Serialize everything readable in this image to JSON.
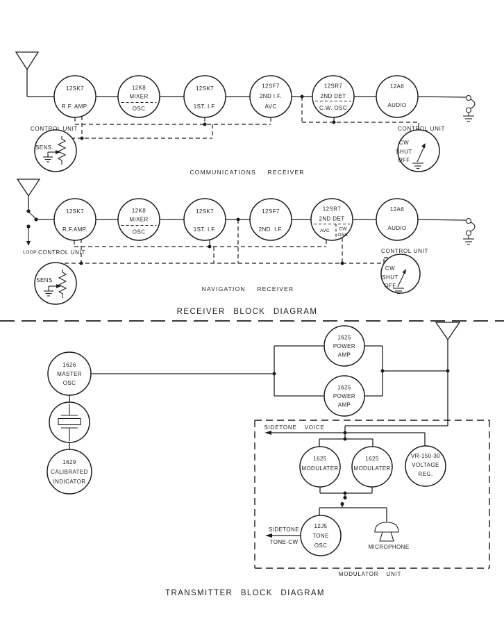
{
  "colors": {
    "ink": "#1c1c1c",
    "paper": "#ffffff"
  },
  "titles": {
    "receiver": "RECEIVER BLOCK DIAGRAM",
    "transmitter": "TRANSMITTER BLOCK DIAGRAM",
    "communications": "COMMUNICATIONS RECEIVER",
    "navigation": "NAVIGATION RECEIVER"
  },
  "comm": {
    "rf": {
      "a": "12SK7",
      "b": "R.F. AMP."
    },
    "mixer": {
      "a": "12K8",
      "b": "MIXER",
      "c": "OSC"
    },
    "if1": {
      "a": "12SK7",
      "b": "1ST. I.F."
    },
    "if2": {
      "a": "12SF7",
      "b": "2ND I.F.",
      "c": "AVC"
    },
    "det": {
      "a": "12SR7",
      "b": "2ND DET",
      "c": "C.W. OSC"
    },
    "audio": {
      "a": "12A6",
      "b": "AUDIO"
    },
    "cu_sens": {
      "label": "CONTROL UNIT",
      "text": "SENS."
    },
    "cu_cw": {
      "label": "CONTROL UNIT",
      "a": "CW",
      "b": "SHUT",
      "c": "OFF"
    }
  },
  "nav": {
    "rf": {
      "a": "12SK7",
      "b": "R.F.AMP."
    },
    "mixer": {
      "a": "12K8",
      "b": "MIXER",
      "c": "OSC"
    },
    "if1": {
      "a": "12SK7",
      "b": "1ST. I.F."
    },
    "if2": {
      "a": "12SF7",
      "b": "2ND. I.F."
    },
    "det": {
      "a": "12SR7",
      "b": "2ND DET",
      "c": "AVC",
      "d": "CW",
      "e": "OSC"
    },
    "audio": {
      "a": "12A6",
      "b": "AUDIO"
    },
    "loop": "LOOP",
    "cu_sens": {
      "label": "CONTROL UNIT",
      "text": "SENS"
    },
    "cu_cw": {
      "label": "CONTROL UNIT",
      "a": "CW",
      "b": "SHUT",
      "c": "OFF"
    }
  },
  "tx": {
    "master": {
      "a": "1626",
      "b": "MASTER",
      "c": "OSC"
    },
    "pa1": {
      "a": "1625",
      "b": "POWER",
      "c": "AMP"
    },
    "pa2": {
      "a": "1625",
      "b": "POWER",
      "c": "AMP"
    },
    "indicator": {
      "a": "1629",
      "b": "CALIBRATED",
      "c": "INDICATOR"
    },
    "mod1": {
      "a": "1625",
      "b": "MODULATER"
    },
    "mod2": {
      "a": "1625",
      "b": "MODULATER"
    },
    "vr": {
      "a": "VR-150-30",
      "b": "VOLTAGE",
      "c": "REG."
    },
    "tone": {
      "a": "12J5",
      "b": "TONE",
      "c": "OSC"
    },
    "sidetone_voice": "SIDETONE VOICE",
    "sidetone_cw_line1": "SIDETONE",
    "sidetone_cw_line2": "TONE-CW",
    "microphone": "MICROPHONE",
    "mod_unit": "MODULATOR UNIT"
  }
}
